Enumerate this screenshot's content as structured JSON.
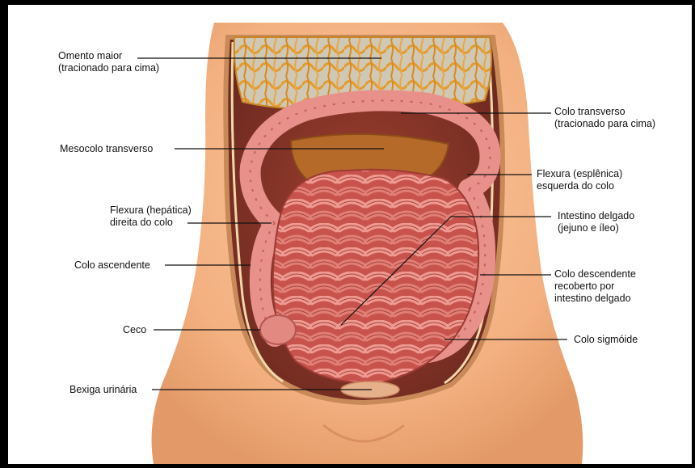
{
  "labels": {
    "omento_maior": "Omento maior\n(tracionado para cima)",
    "mesocolo_transverso": "Mesocolo transverso",
    "flexura_hepatica": "Flexura (hepática)\ndireita do colo",
    "colo_ascendente": "Colo ascendente",
    "ceco": "Ceco",
    "bexiga_urinaria": "Bexiga urinária",
    "colo_transverso": "Colo transverso\n(tracionado para cima)",
    "flexura_esplenica": "Flexura (esplênica)\nesquerda do colo",
    "intestino_delgado": "Intestino delgado\n(jejuno e íleo)",
    "colo_descendente": "Colo descendente\nrecoberto por\nintestino delgado",
    "colo_sigmoide": "Colo sigmóide"
  },
  "colors": {
    "frame": "#000000",
    "background": "#ffffff",
    "skin": "#f6b88a",
    "skin_shadow": "#e49a6a",
    "omentum": "#e8a03a",
    "omentum_bg": "#c9c3b0",
    "intestine": "#d9605a",
    "intestine_light": "#ee9a90",
    "colon": "#e88a85",
    "mesocolon": "#b5651d",
    "leader_line": "#111111"
  }
}
